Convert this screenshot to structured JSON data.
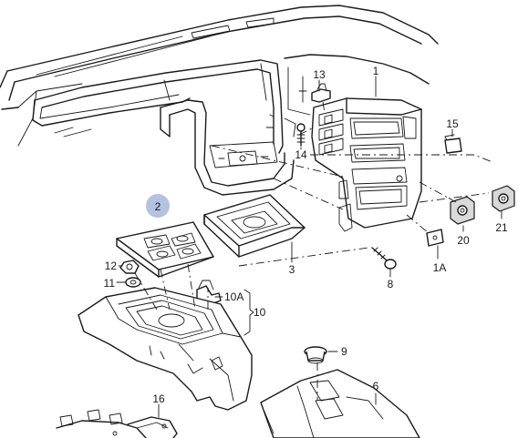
{
  "callouts": {
    "c1": "1",
    "c1a": "1A",
    "c2": "2",
    "c3": "3",
    "c6": "6",
    "c8": "8",
    "c9": "9",
    "c10": "10",
    "c10a": "10A",
    "c11": "11",
    "c12": "12",
    "c13": "13",
    "c14": "14",
    "c15": "15",
    "c16": "16",
    "c20": "20",
    "c21": "21"
  },
  "colors": {
    "highlight": "#b3c2e2",
    "line": "#1a1a1a"
  }
}
